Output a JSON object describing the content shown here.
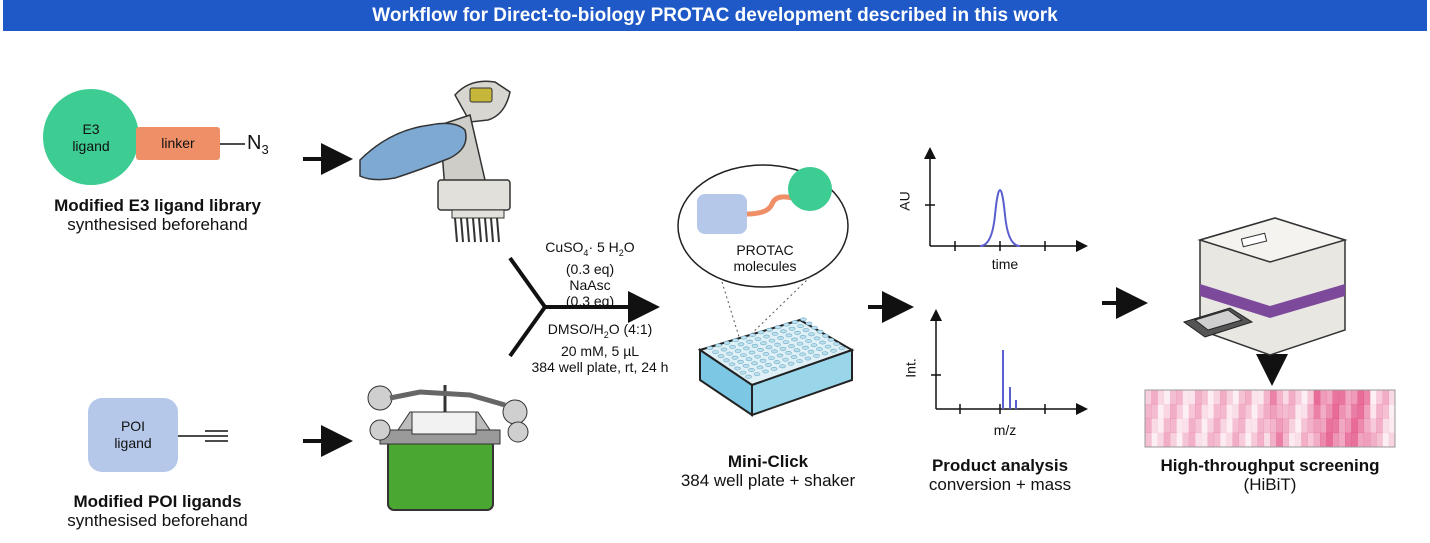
{
  "title": "Workflow for Direct-to-biology PROTAC development described in this work",
  "e3": {
    "circle_label_1": "E3",
    "circle_label_2": "ligand",
    "linker": "linker",
    "azide": "N",
    "azide_sub": "3",
    "caption_bold": "Modified E3 ligand library",
    "caption": "synthesised beforehand"
  },
  "poi": {
    "label_1": "POI",
    "label_2": "ligand",
    "caption_bold": "Modified POI ligands",
    "caption": "synthesised beforehand"
  },
  "reaction": {
    "above": [
      "CuSO4· 5 H2O",
      "(0.3 eq)",
      "NaAsc",
      "(0.3 eq)"
    ],
    "below": [
      "DMSO/H2O (4:1)",
      "20 mM, 5 µL",
      "384 well plate, rt, 24 h"
    ]
  },
  "protac": {
    "label_1": "PROTAC",
    "label_2": "molecules"
  },
  "miniclick": {
    "caption_bold": "Mini-Click",
    "caption": "384 well plate + shaker"
  },
  "analysis": {
    "lc_ylabel": "AU",
    "lc_xlabel": "time",
    "ms_ylabel": "Int.",
    "ms_xlabel": "m/z",
    "caption_bold": "Product analysis",
    "caption": "conversion + mass"
  },
  "screening": {
    "caption_bold": "High-throughput screening",
    "caption": "(HiBiT)"
  },
  "colors": {
    "banner": "#1f59c8",
    "e3": "#3dcc92",
    "linker": "#ef8f68",
    "poi": "#b5c8ea",
    "trace": "#5a5fd0",
    "heat": "#e0407a",
    "plate": "#4aa832"
  }
}
